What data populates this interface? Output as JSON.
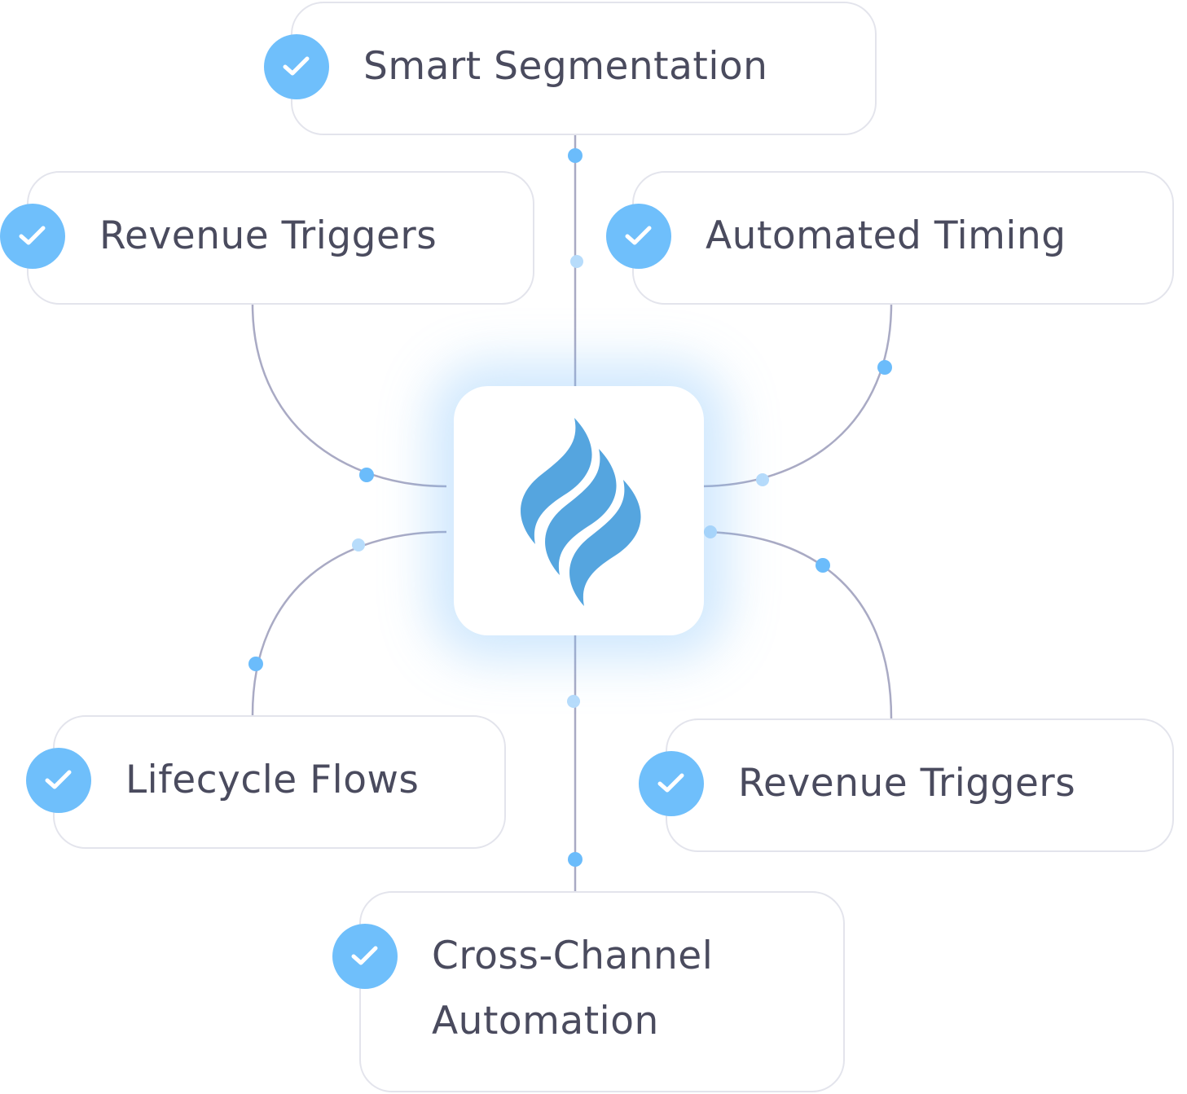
{
  "hub": {
    "logo": "flame-logo",
    "logo_color": "#55a5df"
  },
  "colors": {
    "check": "#6fbffb",
    "dot_strong": "#6bbcfb",
    "dot_light": "#b7dcfb",
    "line": "#a9aac4",
    "text": "#4a4b5e"
  },
  "features": [
    {
      "label": "Smart Segmentation",
      "icon": "check-circle-icon"
    },
    {
      "label": "Revenue Triggers",
      "icon": "check-circle-icon"
    },
    {
      "label": "Automated Timing",
      "icon": "check-circle-icon"
    },
    {
      "label": "Lifecycle Flows",
      "icon": "check-circle-icon"
    },
    {
      "label": "Revenue Triggers",
      "icon": "check-circle-icon"
    },
    {
      "label": "Cross-Channel",
      "label_line2": "Automation",
      "icon": "check-circle-icon"
    }
  ]
}
